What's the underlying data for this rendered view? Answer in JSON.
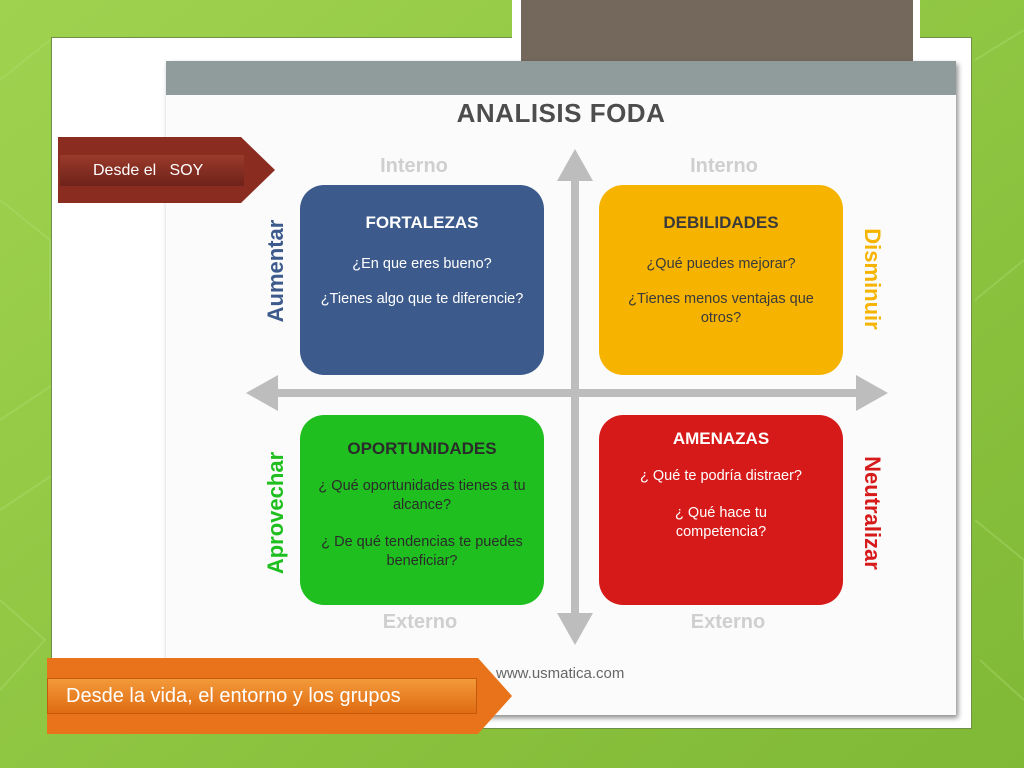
{
  "slide": {
    "background_color": "#8cc63f",
    "frame_color": "#ffffff",
    "tab_color": "#74685c"
  },
  "diagram": {
    "title": "ANALISIS FODA",
    "axis_top_left": "Interno",
    "axis_top_right": "Interno",
    "axis_bottom_left": "Externo",
    "axis_bottom_right": "Externo",
    "side_left_top": "Aumentar",
    "side_left_bottom": "Aprovechar",
    "side_right_top": "Disminuir",
    "side_right_bottom": "Neutralizar",
    "credit": "www.usmatica.com",
    "quadrants": {
      "fortalezas": {
        "title": "FORTALEZAS",
        "q1": "¿En que eres bueno?",
        "q2": "¿Tienes algo que te diferencie?",
        "color": "#3c5b8c"
      },
      "debilidades": {
        "title": "DEBILIDADES",
        "q1": "¿Qué puedes mejorar?",
        "q2": "¿Tienes menos ventajas que otros?",
        "color": "#f6b400"
      },
      "oportunidades": {
        "title": "OPORTUNIDADES",
        "q1": "¿ Qué oportunidades tienes a tu alcance?",
        "q2": "¿ De qué tendencias te puedes beneficiar?",
        "color": "#1fbf1f"
      },
      "amenazas": {
        "title": "AMENAZAS",
        "q1": "¿ Qué te podría distraer?",
        "q2": "¿ Qué hace tu competencia?",
        "color": "#d61a1a"
      }
    },
    "side_colors": {
      "aumentar": "#3c5b8c",
      "disminuir": "#f6b400",
      "aprovechar": "#1fbf1f",
      "neutralizar": "#d61a1a"
    }
  },
  "callouts": {
    "soy": "Desde el   SOY",
    "vida": "Desde la vida, el entorno y los grupos"
  }
}
